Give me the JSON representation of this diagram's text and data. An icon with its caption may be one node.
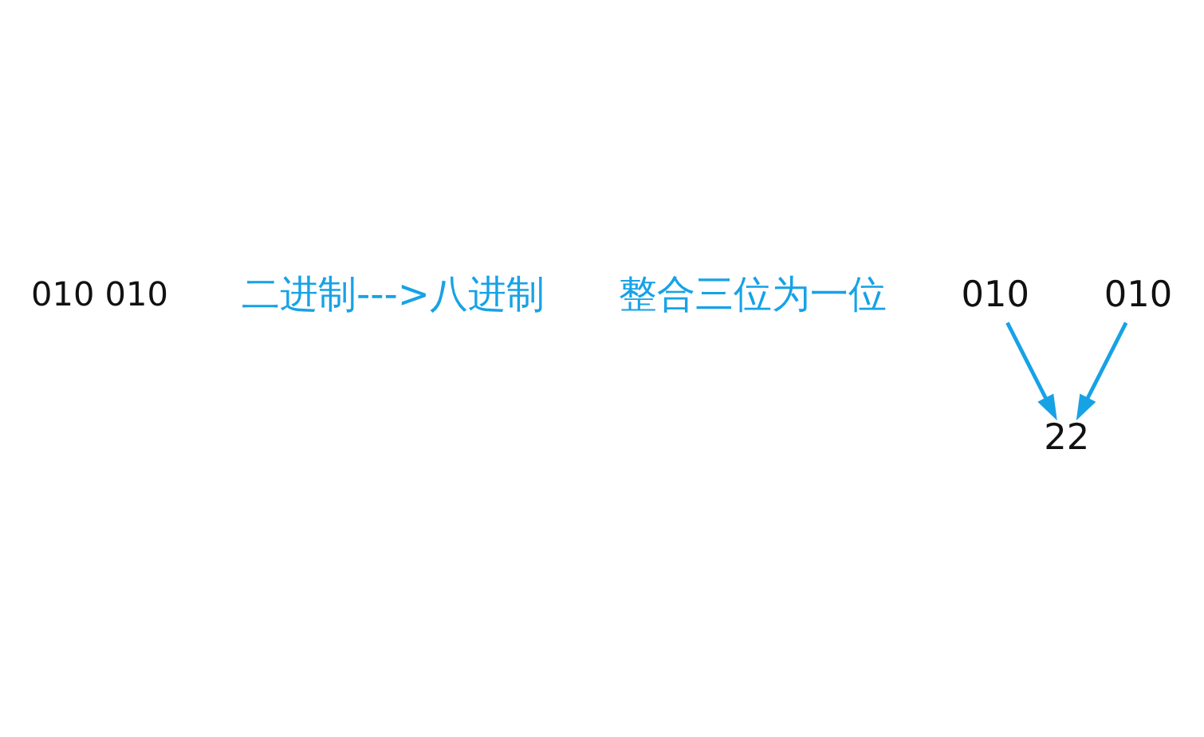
{
  "diagram": {
    "nodes": [
      {
        "text": [
          "010"
        ]
      },
      {
        "text": [
          "010"
        ]
      },
      {
        "text": [
          "22"
        ]
      }
    ],
    "edges": [
      {
        "from": 0,
        "to": 2,
        "arrow": "to"
      },
      {
        "from": 1,
        "to": 2,
        "arrow": "to"
      }
    ],
    "labels": [
      "010 010",
      "二进制--->八进制",
      "整合三位为一位"
    ]
  }
}
